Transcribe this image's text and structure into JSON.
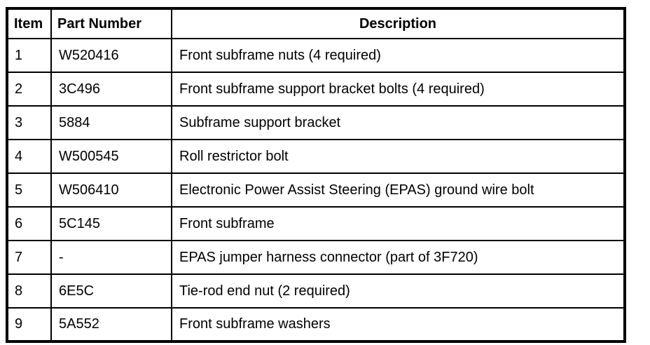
{
  "table": {
    "title": "parts-list",
    "border_color": "#000000",
    "text_color": "#000000",
    "background_color": "#ffffff",
    "headers": {
      "item": "Item",
      "part_number": "Part Number",
      "description": "Description"
    },
    "rows": [
      {
        "item": "1",
        "part_number": "W520416",
        "description": "Front subframe nuts (4 required)"
      },
      {
        "item": "2",
        "part_number": "3C496",
        "description": "Front subframe support bracket bolts (4 required)"
      },
      {
        "item": "3",
        "part_number": "5884",
        "description": "Subframe support bracket"
      },
      {
        "item": "4",
        "part_number": "W500545",
        "description": "Roll restrictor bolt"
      },
      {
        "item": "5",
        "part_number": "W506410",
        "description": "Electronic Power Assist Steering (EPAS) ground wire bolt"
      },
      {
        "item": "6",
        "part_number": "5C145",
        "description": "Front subframe"
      },
      {
        "item": "7",
        "part_number": "-",
        "description": "EPAS jumper harness connector (part of 3F720)"
      },
      {
        "item": "8",
        "part_number": "6E5C",
        "description": "Tie-rod end nut (2 required)"
      },
      {
        "item": "9",
        "part_number": "5A552",
        "description": "Front subframe washers"
      }
    ]
  }
}
